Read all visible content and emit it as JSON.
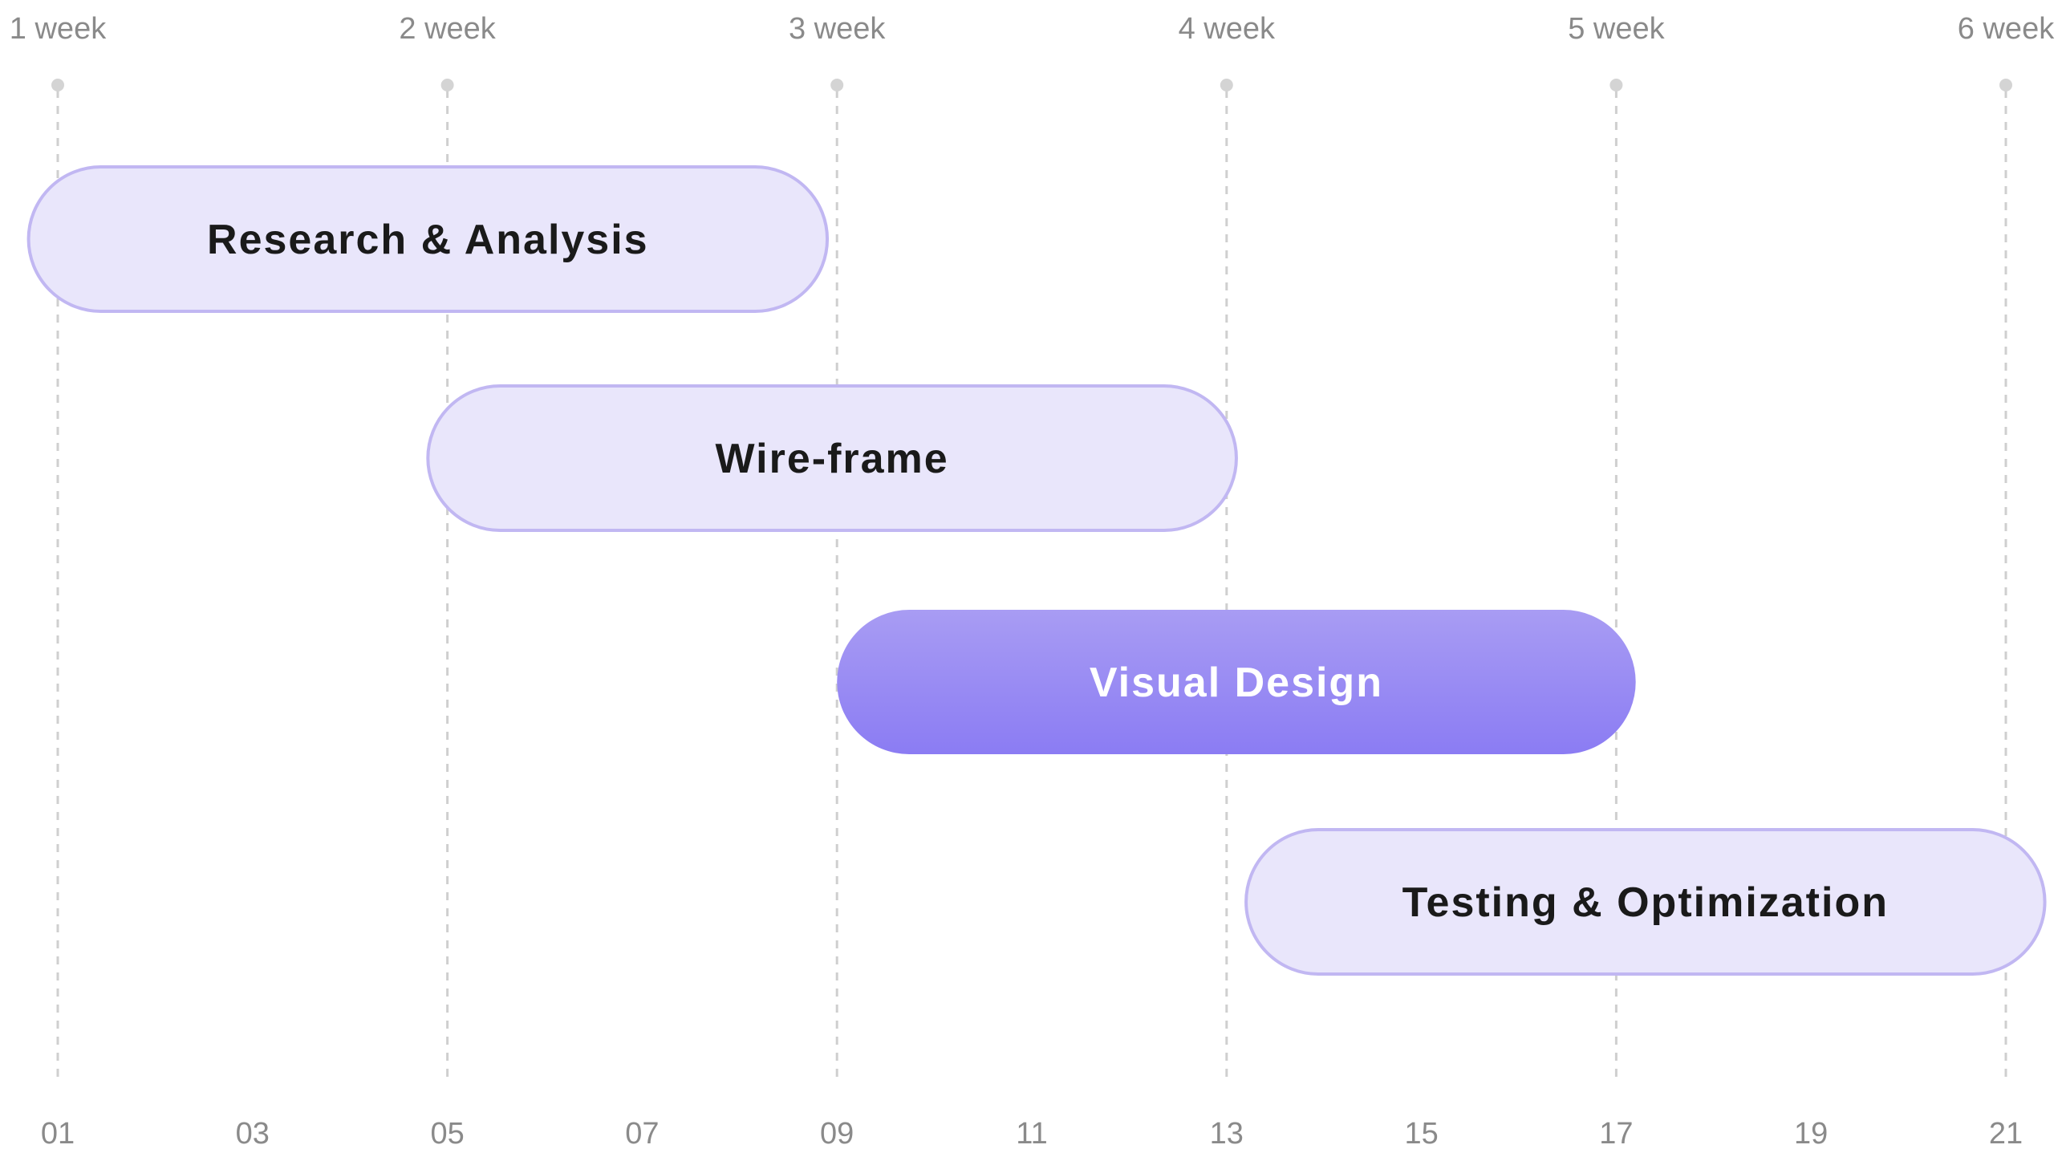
{
  "chart_data": {
    "type": "gantt",
    "weeks": [
      {
        "label": "1 week",
        "day": 1
      },
      {
        "label": "2 week",
        "day": 5
      },
      {
        "label": "3 week",
        "day": 9
      },
      {
        "label": "4 week",
        "day": 13
      },
      {
        "label": "5 week",
        "day": 17
      },
      {
        "label": "6 week",
        "day": 21
      }
    ],
    "x_ticks": [
      "01",
      "03",
      "05",
      "07",
      "09",
      "11",
      "13",
      "15",
      "17",
      "19",
      "21"
    ],
    "x_range": [
      1,
      21
    ],
    "tasks": [
      {
        "name": "Research & Analysis",
        "start": 0.7,
        "end": 8.9,
        "highlighted": false
      },
      {
        "name": "Wire-frame",
        "start": 4.8,
        "end": 13.1,
        "highlighted": false
      },
      {
        "name": "Visual Design",
        "start": 9.0,
        "end": 17.2,
        "highlighted": true
      },
      {
        "name": "Testing & Optimization",
        "start": 13.2,
        "end": 21.4,
        "highlighted": false
      }
    ],
    "grid": true
  },
  "colors": {
    "bar_fill": "#e9e6fb",
    "bar_stroke": "#c1b7f2",
    "highlight_top": "#a89cf3",
    "highlight_bottom": "#8b7cf3",
    "label_dark": "#1a1a1a",
    "label_light": "#ffffff",
    "grid": "#cfcfcf",
    "tick_text": "#8a8a8a"
  }
}
